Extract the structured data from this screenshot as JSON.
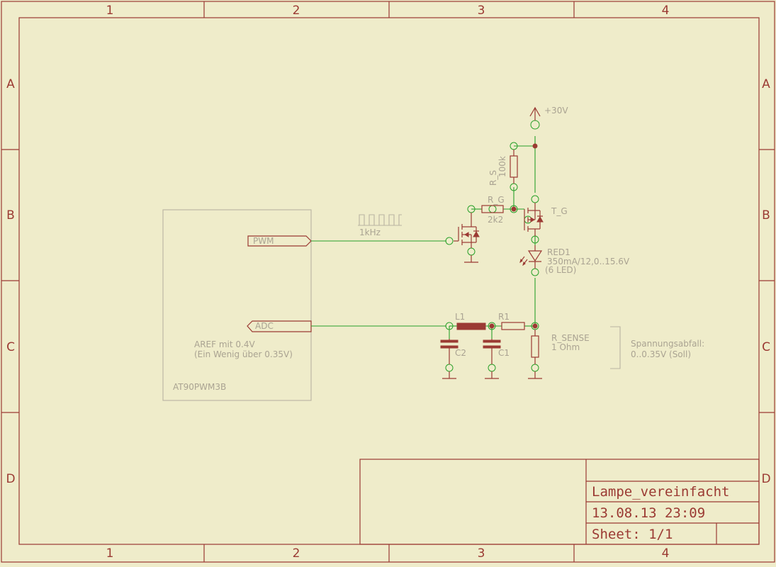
{
  "frame": {
    "columns": [
      "1",
      "2",
      "3",
      "4"
    ],
    "rows": [
      "A",
      "B",
      "C",
      "D"
    ]
  },
  "title_block": {
    "title": "Lampe_vereinfacht",
    "date": "13.08.13 23:09",
    "sheet": "Sheet: 1/1"
  },
  "mcu": {
    "name": "AT90PWM3B",
    "pin_pwm": "PWM",
    "pin_adc": "ADC",
    "note_line1": "AREF mit 0.4V",
    "note_line2": "(Ein Wenig über 0.35V)"
  },
  "labels": {
    "supply": "+30V",
    "pwm_freq": "1kHz",
    "rs_name": "R_S",
    "rs_value": "100k",
    "rg_name": "R_G",
    "rg_value": "2k2",
    "tg_name": "T_G",
    "led_name": "RED1",
    "led_value": "350mA/12,0..15.6V",
    "led_note": "(6 LED)",
    "l1_name": "L1",
    "r1_name": "R1",
    "c1_name": "C1",
    "c2_name": "C2",
    "rsense_name": "R_SENSE",
    "rsense_value": "1 Ohm",
    "drop_line1": "Spannungsabfall:",
    "drop_line2": "0..0.35V (Soll)"
  },
  "colors": {
    "background": "#efecca",
    "frame": "#9b3a33",
    "wire": "#2aa12a",
    "label": "#aaa392"
  }
}
